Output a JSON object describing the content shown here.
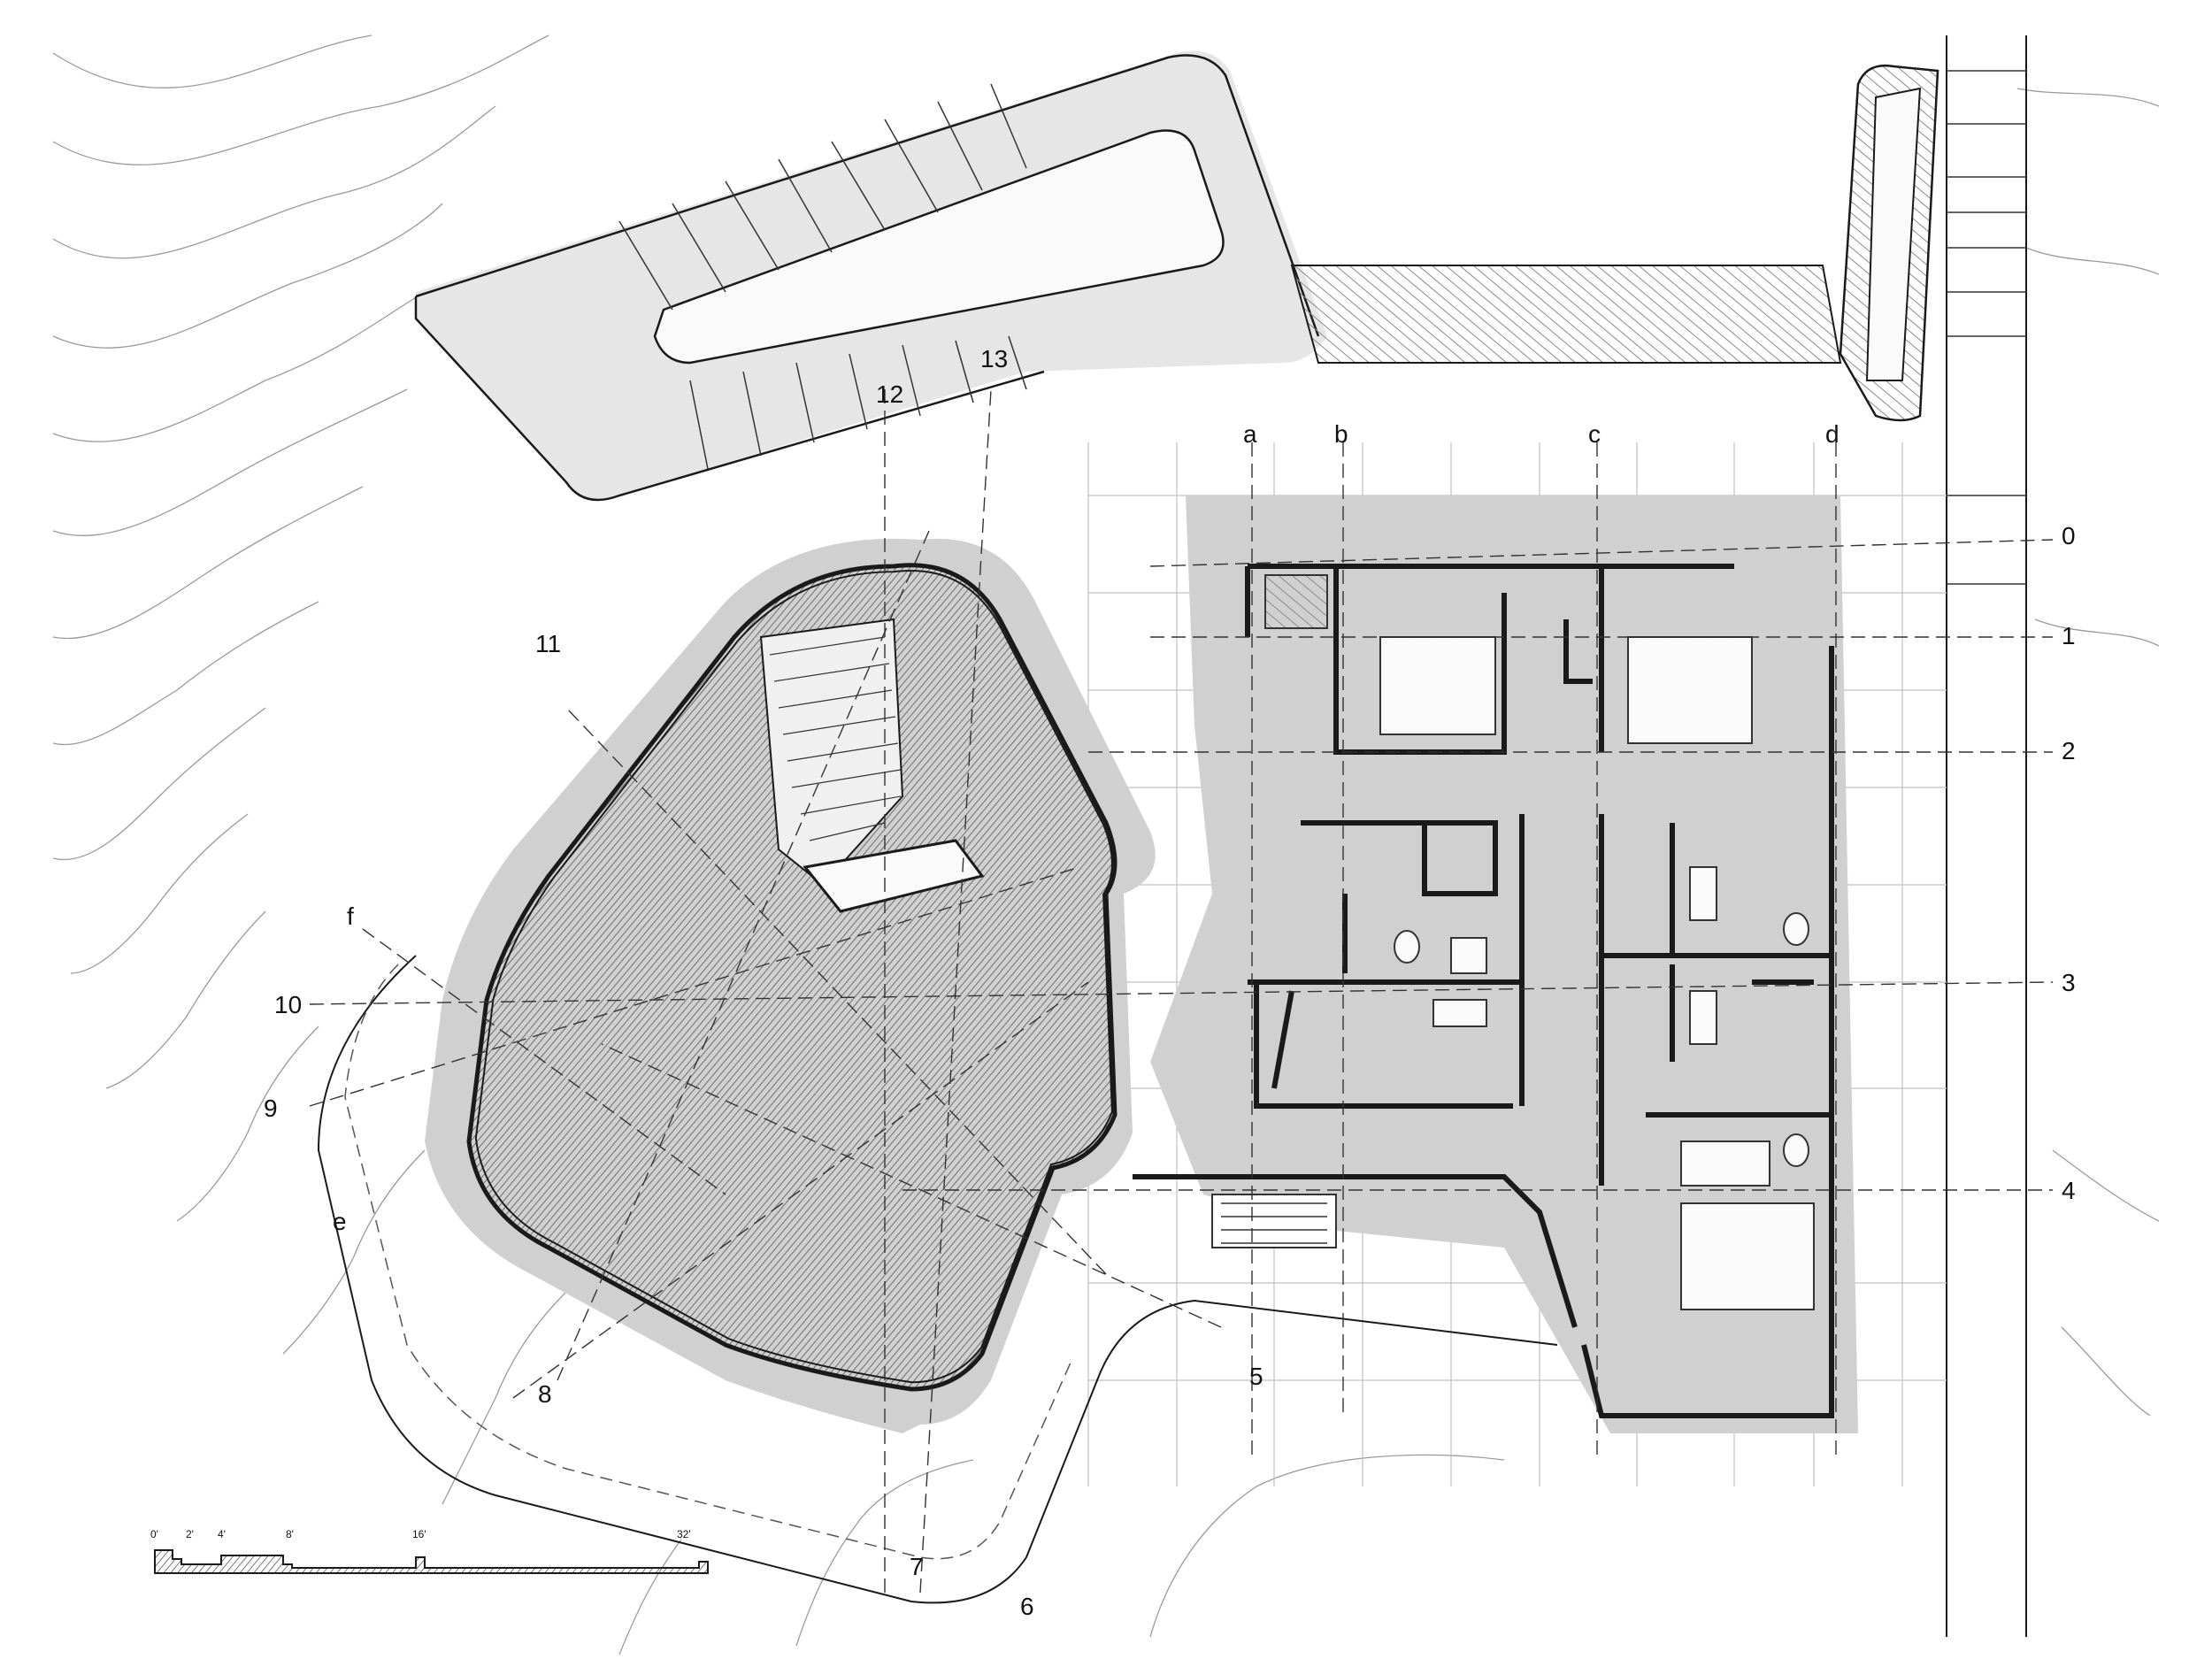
{
  "drawing": {
    "kind": "architectural floor plan",
    "line_color": "#1a1a1a",
    "shadow_color": "#c8c8c8",
    "hatch_color": "#777777"
  },
  "grid_columns": [
    "a",
    "b",
    "c",
    "d",
    "e",
    "f"
  ],
  "grid_rows": [
    "0",
    "1",
    "2",
    "3",
    "4"
  ],
  "radial_axes": [
    "5",
    "6",
    "7",
    "8",
    "9",
    "10",
    "11",
    "12",
    "13"
  ],
  "scale_bar": {
    "labels": [
      "0'",
      "2'",
      "4'",
      "8'",
      "16'",
      "32'"
    ]
  }
}
